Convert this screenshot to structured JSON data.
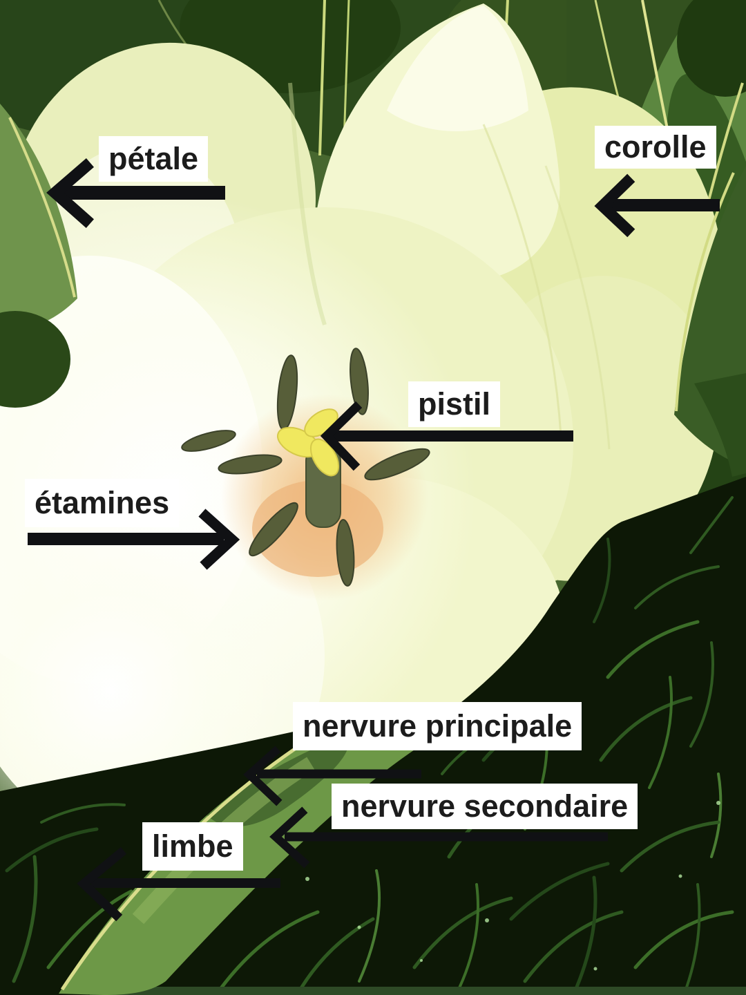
{
  "labels": {
    "petale": "pétale",
    "corolle": "corolle",
    "pistil": "pistil",
    "etamines": "étamines",
    "nervure_principale": "nervure principale",
    "nervure_secondaire": "nervure secondaire",
    "limbe": "limbe"
  },
  "arrows": {
    "petale": "left",
    "corolle": "left",
    "pistil": "left",
    "etamines": "right",
    "nervure_principale": "left",
    "nervure_secondaire": "left",
    "limbe": "left"
  },
  "colors": {
    "label_background": "#ffffff",
    "label_text": "#1c1c1c",
    "arrow": "#101114",
    "petal_pale": "#eef3c4",
    "petal_white": "#fdfef6",
    "leaf_green": "#5c8740",
    "grass_dark": "#0d1806",
    "stigma_yellow": "#f0e85f",
    "center_orange": "#eeb677",
    "stamen_olive": "#575e39"
  }
}
